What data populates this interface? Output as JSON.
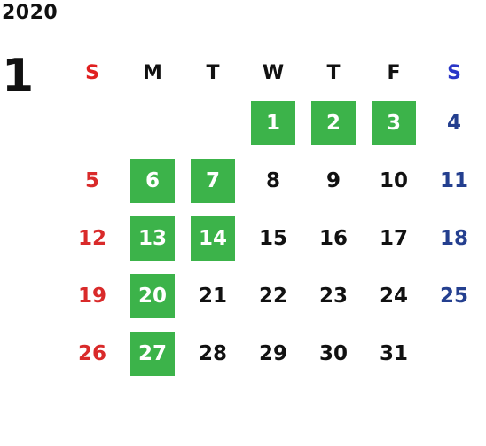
{
  "year": "2020",
  "month": "1",
  "weekdays": [
    "S",
    "M",
    "T",
    "W",
    "T",
    "F",
    "S"
  ],
  "weeks": [
    [
      "",
      "",
      "",
      "1",
      "2",
      "3",
      "4"
    ],
    [
      "5",
      "6",
      "7",
      "8",
      "9",
      "10",
      "11"
    ],
    [
      "12",
      "13",
      "14",
      "15",
      "16",
      "17",
      "18"
    ],
    [
      "19",
      "20",
      "21",
      "22",
      "23",
      "24",
      "25"
    ],
    [
      "26",
      "27",
      "28",
      "29",
      "30",
      "31",
      ""
    ]
  ],
  "highlighted_days": [
    "1",
    "2",
    "3",
    "6",
    "7",
    "13",
    "14",
    "20",
    "27"
  ],
  "colors": {
    "highlight": "#3cb34a",
    "sunday": "#d92a2a",
    "saturday": "#243f8f",
    "default": "#111111"
  }
}
